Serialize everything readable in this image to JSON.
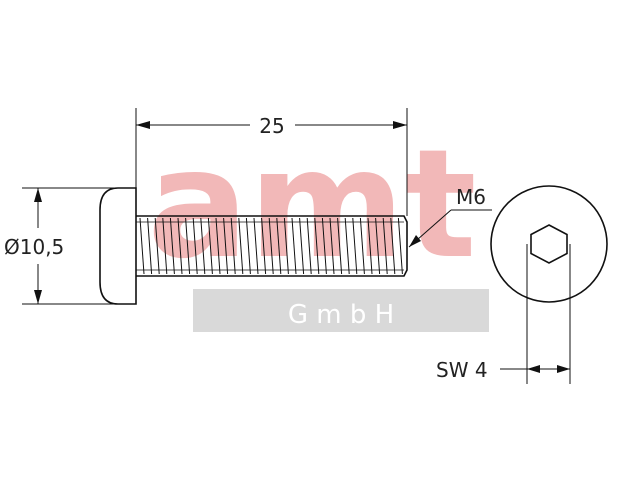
{
  "watermark": {
    "brand_text": "amt",
    "company_suffix": "G m b H",
    "brand_color": "#f2b8b8",
    "band_color": "#d9d9d9"
  },
  "dimensions": {
    "length": "25",
    "head_diameter": "Ø10,5",
    "thread": "M6",
    "wrench_size": "SW 4"
  },
  "colors": {
    "line": "#111111",
    "background": "#ffffff"
  }
}
